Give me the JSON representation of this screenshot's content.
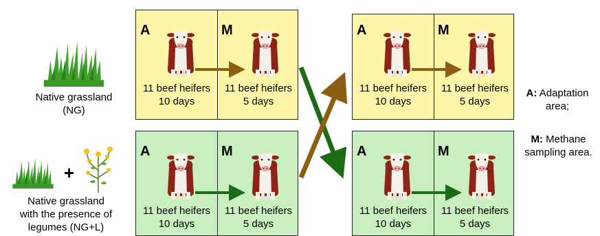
{
  "groups": {
    "ng": {
      "line1": "Native grassland",
      "line2": "(NG)"
    },
    "ngl": {
      "line1": "Native grassland",
      "line2": "with the presence of",
      "line3": "legumes  (NG+L)",
      "plus": "+"
    }
  },
  "panel": {
    "a_letter": "A",
    "m_letter": "M",
    "a_count": "11 beef heifers",
    "a_days": "10 days",
    "m_count": "11 beef heifers",
    "m_days": "5 days"
  },
  "legend": {
    "a_key": "A:",
    "a_text1": " Adaptation",
    "a_text2": "area;",
    "m_key": "M:",
    "m_text1": " Methane",
    "m_text2": "sampling area."
  },
  "colors": {
    "yellow_panel": "#fdf6a8",
    "green_panel": "#c9eec0",
    "brown_arrow": "#8b5e12",
    "green_arrow": "#1d6b14"
  }
}
